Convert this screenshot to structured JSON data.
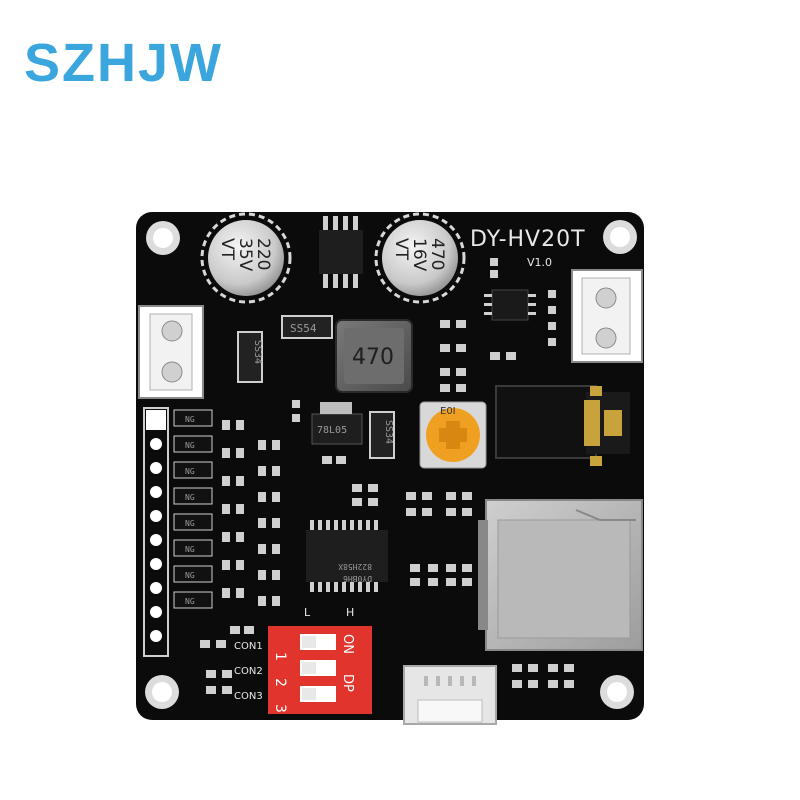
{
  "brand": {
    "watermark": "SZHJW",
    "color": "#3aa6dd"
  },
  "board": {
    "model": "DY-HV20T",
    "version": "V1.0",
    "pcb_color": "#0b0b0b",
    "silkscreen_color": "#e8e8e8"
  },
  "capacitors": [
    {
      "value": "220",
      "voltage": "35V",
      "mark": "VT"
    },
    {
      "value": "470",
      "voltage": "16V",
      "mark": "VT"
    }
  ],
  "inductor": {
    "value": "470"
  },
  "potentiometer": {
    "label": "E0I",
    "color": "#f0a020"
  },
  "regulator": {
    "label": "78L05"
  },
  "diodes": [
    "SS34",
    "SS54",
    "SS34"
  ],
  "amp_chip": {
    "line1": "DY0BH6",
    "line2": "822H58X"
  },
  "dip_switch": {
    "color": "#e0342c",
    "label_on": "ON",
    "label_dp": "DP",
    "positions": [
      "1",
      "2",
      "3"
    ],
    "level_low": "L",
    "level_high": "H"
  },
  "con_labels": [
    "CON1",
    "CON2",
    "CON3"
  ],
  "resistor_mark": "NG"
}
